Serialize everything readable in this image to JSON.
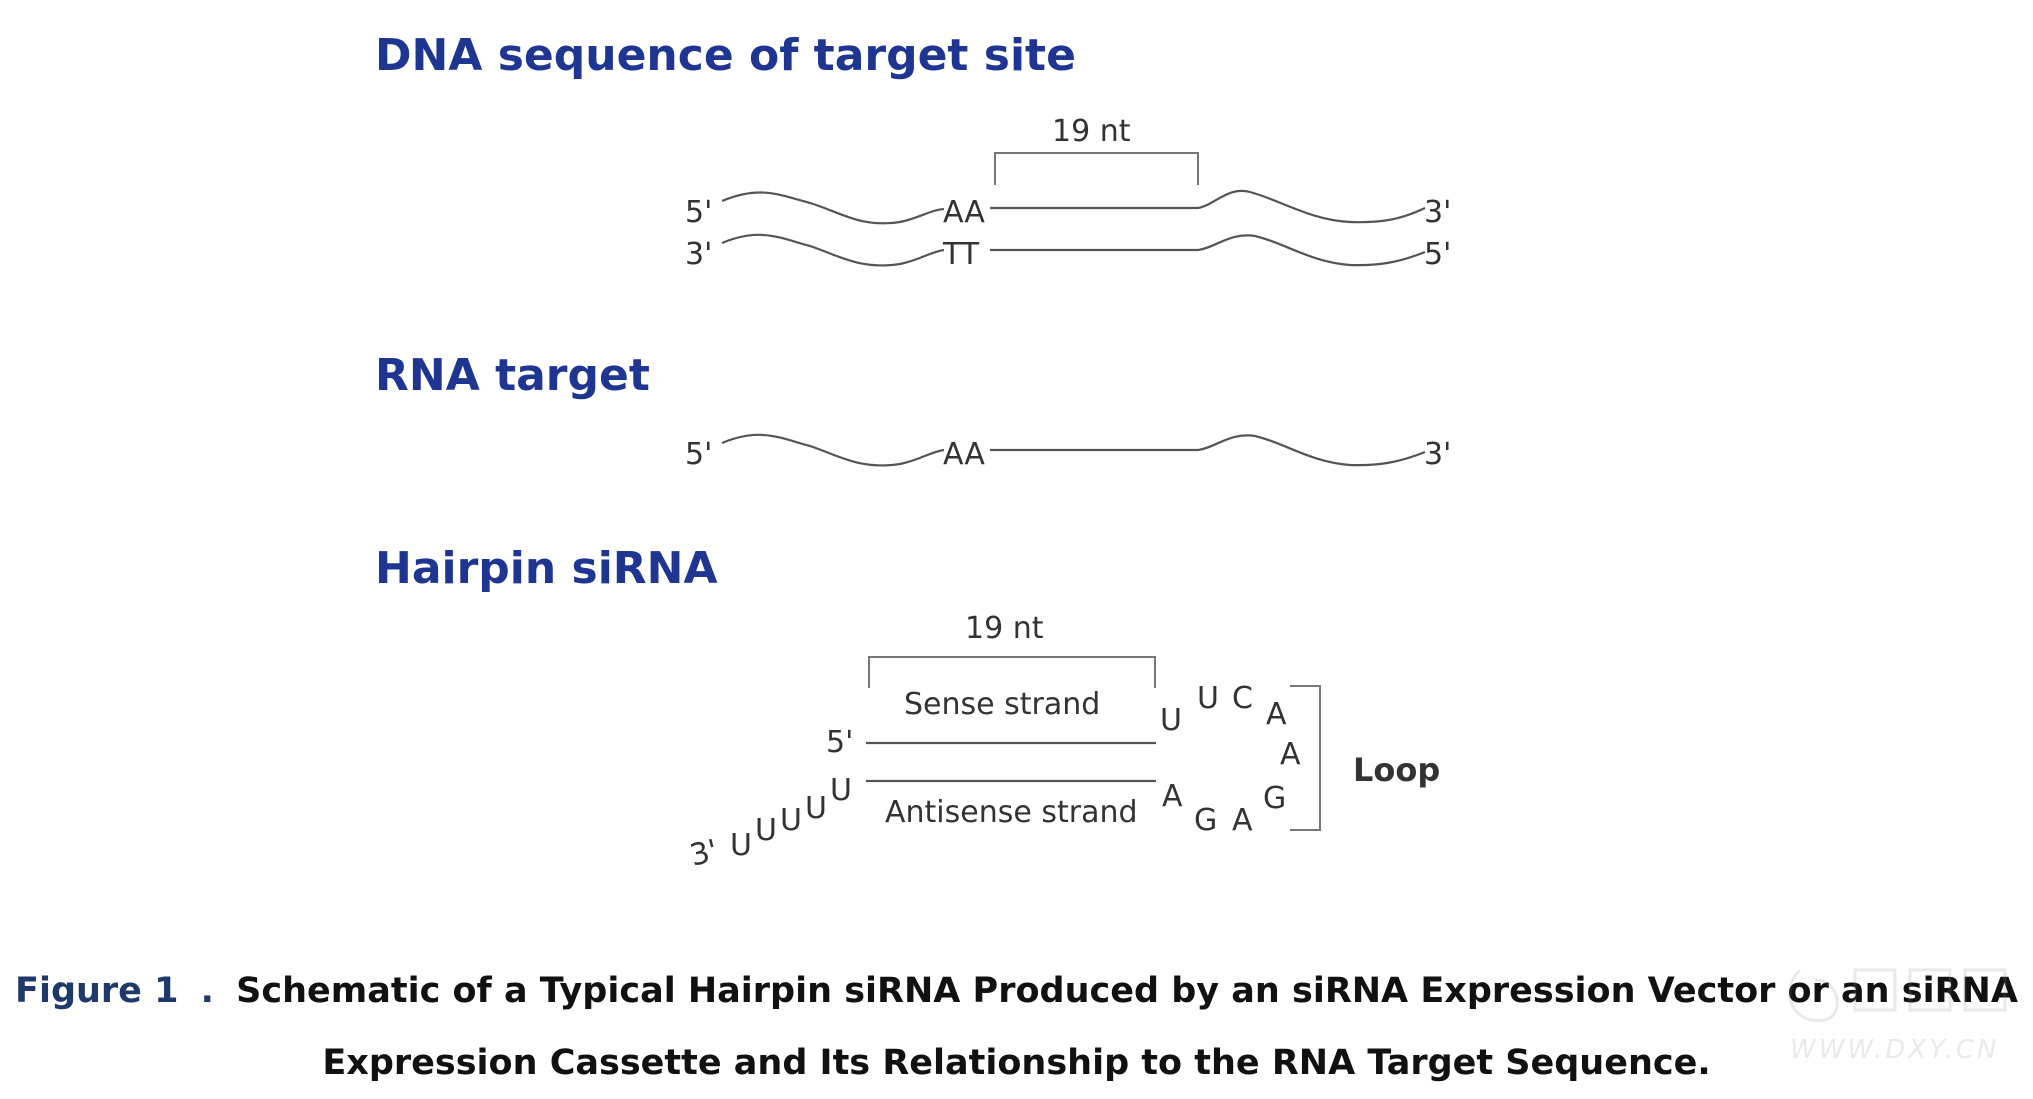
{
  "headings": {
    "dna": "DNA sequence of target site",
    "rna": "RNA target",
    "hairpin": "Hairpin siRNA"
  },
  "dna_section": {
    "nt_label": "19 nt",
    "top_left": "5'",
    "top_mid": "AA",
    "top_right": "3'",
    "bottom_left": "3'",
    "bottom_mid": "TT",
    "bottom_right": "5'"
  },
  "rna_section": {
    "left": "5'",
    "mid": "AA",
    "right": "3'"
  },
  "hairpin_section": {
    "nt_label": "19 nt",
    "sense": "Sense strand",
    "antisense": "Antisense strand",
    "five_prime": "5'",
    "three_prime": "3'",
    "overhang": [
      "U",
      "U",
      "U",
      "U",
      "U"
    ],
    "loop_bases": [
      "U",
      "U",
      "C",
      "A",
      "A",
      "G",
      "A",
      "G",
      "A"
    ],
    "loop_label": "Loop"
  },
  "caption": {
    "figure_label": "Figure 1",
    "sep": ".",
    "line1": "Schematic of a Typical Hairpin siRNA Produced by an siRNA Expression Vector or an siRNA",
    "line2": "Expression Cassette and Its Relationship to the RNA Target Sequence."
  },
  "watermark": {
    "text": "WWW.DXY.CN"
  }
}
